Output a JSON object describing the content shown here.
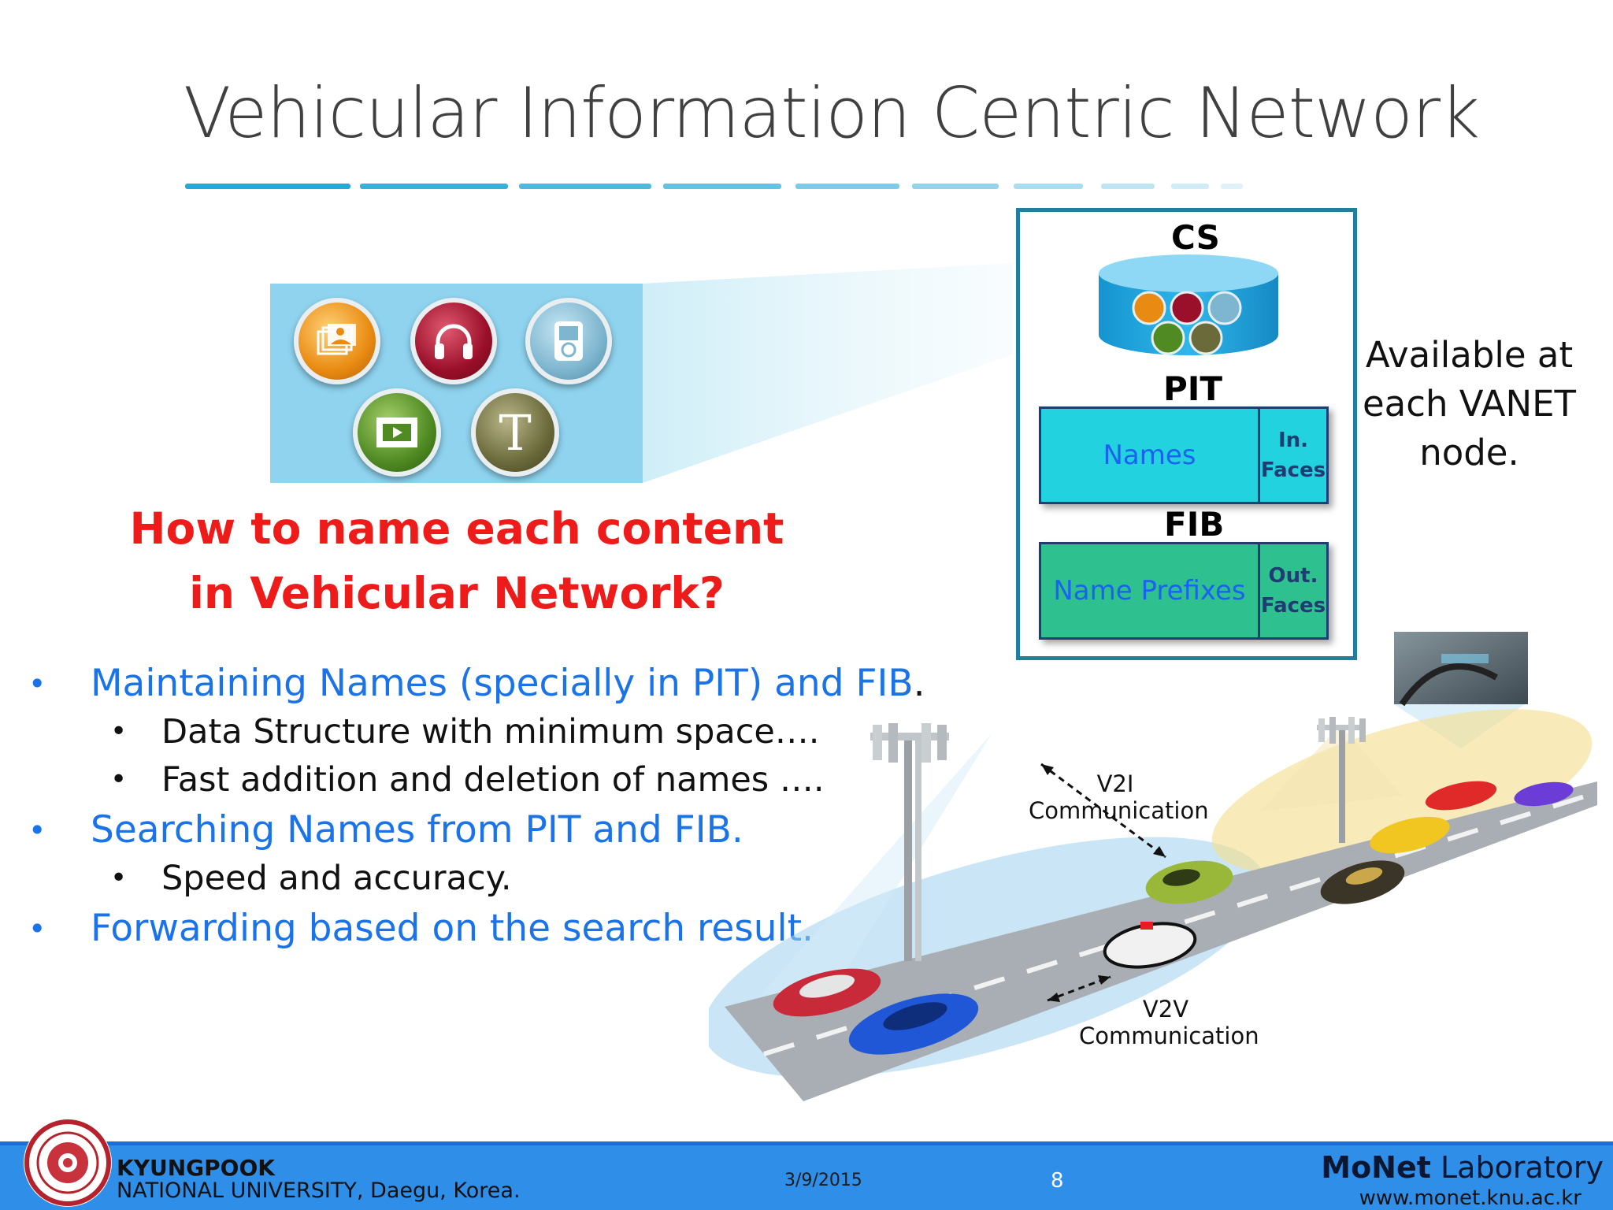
{
  "title": "Vehicular Information Centric Network",
  "question": {
    "line1": "How to name each content",
    "line2": "in Vehicular Network?"
  },
  "bullets": [
    {
      "text": "Maintaining Names (specially in PIT) and FIB",
      "trail": "."
    },
    {
      "text": "Data Structure with minimum space…."
    },
    {
      "text": "Fast addition and deletion of names …."
    },
    {
      "text": "Searching Names from PIT and FIB."
    },
    {
      "text": "Speed and accuracy."
    },
    {
      "text": "Forwarding based on the search result."
    }
  ],
  "bullet_glyph": "•",
  "node": {
    "cs": "CS",
    "pit": "PIT",
    "pit_names": "Names",
    "pit_side_1": "In.",
    "pit_side_2": "Faces",
    "fib": "FIB",
    "fib_names": "Name Prefixes",
    "fib_side_1": "Out.",
    "fib_side_2": "Faces"
  },
  "available": {
    "line1": "Available at",
    "line2": "each VANET",
    "line3": "node."
  },
  "scene": {
    "v2i_1": "V2I",
    "v2i_2": "Communication",
    "v2v_1": "V2V",
    "v2v_2": "Communication"
  },
  "footer": {
    "univ_line1": "KYUNGPOOK",
    "univ_line2": "NATIONAL UNIVERSITY, Daegu, Korea.",
    "date": "3/9/2015",
    "page": "8",
    "lab_bold": "MoNet",
    "lab_rest": " Laboratory",
    "url": "www.monet.knu.ac.kr"
  },
  "colors": {
    "accent": "#27a9d6",
    "question_red": "#ee1b1b",
    "bullet_blue": "#1a73e8",
    "pit_fill": "#22d3df",
    "fib_fill": "#2fc08f",
    "footer_blue": "#2e8ee8"
  },
  "icons": [
    "gallery-icon",
    "headphones-icon",
    "media-player-icon",
    "video-icon",
    "text-icon"
  ]
}
